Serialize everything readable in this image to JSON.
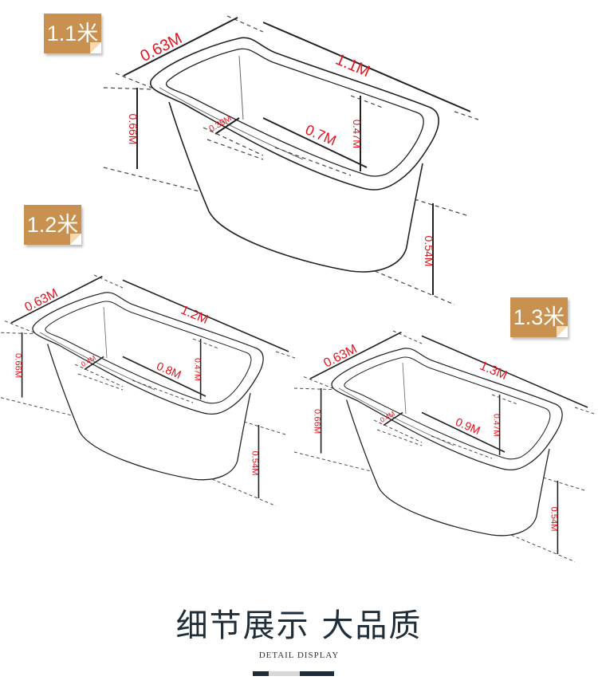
{
  "tubs": [
    {
      "size_tag": "1.1米",
      "width": "0.63M",
      "length": "1.1M",
      "height": "0.66M",
      "base_height": "0.54M",
      "inner_width": "0.39M",
      "inner_length": "0.7M",
      "inner_depth": "0.47M"
    },
    {
      "size_tag": "1.2米",
      "width": "0.63M",
      "length": "1.2M",
      "height": "0.66M",
      "base_height": "0.54M",
      "inner_width": "0.4M",
      "inner_length": "0.8M",
      "inner_depth": "0.47M"
    },
    {
      "size_tag": "1.3米",
      "width": "0.63M",
      "length": "1.3M",
      "height": "0.66M",
      "base_height": "0.54M",
      "inner_width": "0.4M",
      "inner_length": "0.9M",
      "inner_depth": "0.47M"
    }
  ],
  "footer": {
    "title": "细节展示 大品质",
    "subtitle": "DETAIL DISPLAY"
  },
  "colors": {
    "tag": "#c8914f",
    "dimension_text": "#e0141e",
    "title": "#1e2d38",
    "bar_light": "#d8d8d8"
  }
}
